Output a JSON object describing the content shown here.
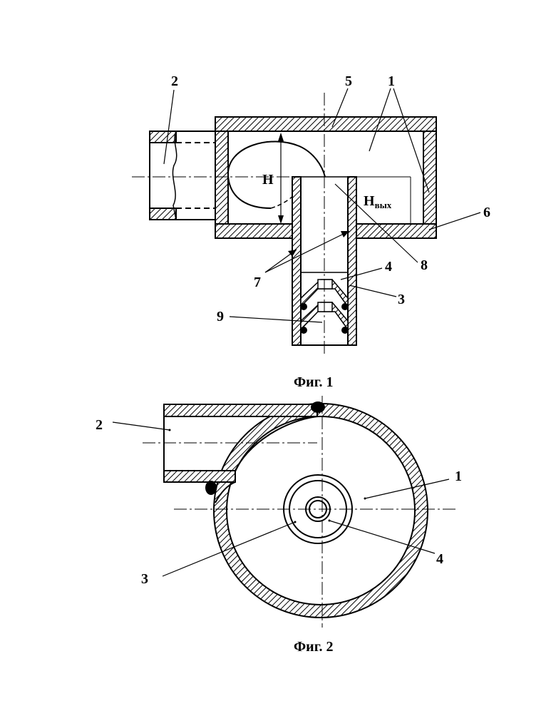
{
  "figure1": {
    "caption": "Фиг. 1",
    "labels": {
      "l1": "1",
      "l2": "2",
      "l3": "3",
      "l4": "4",
      "l5": "5",
      "l6": "6",
      "l7": "7",
      "l8": "8",
      "l9": "9"
    },
    "dimension_h": "H",
    "dimension_hout_main": "H",
    "dimension_hout_sub": "вых"
  },
  "figure2": {
    "caption": "Фиг. 2",
    "labels": {
      "l1": "1",
      "l2": "2",
      "l3": "3",
      "l4": "4"
    }
  },
  "colors": {
    "ink": "#000000",
    "paper": "#ffffff"
  }
}
